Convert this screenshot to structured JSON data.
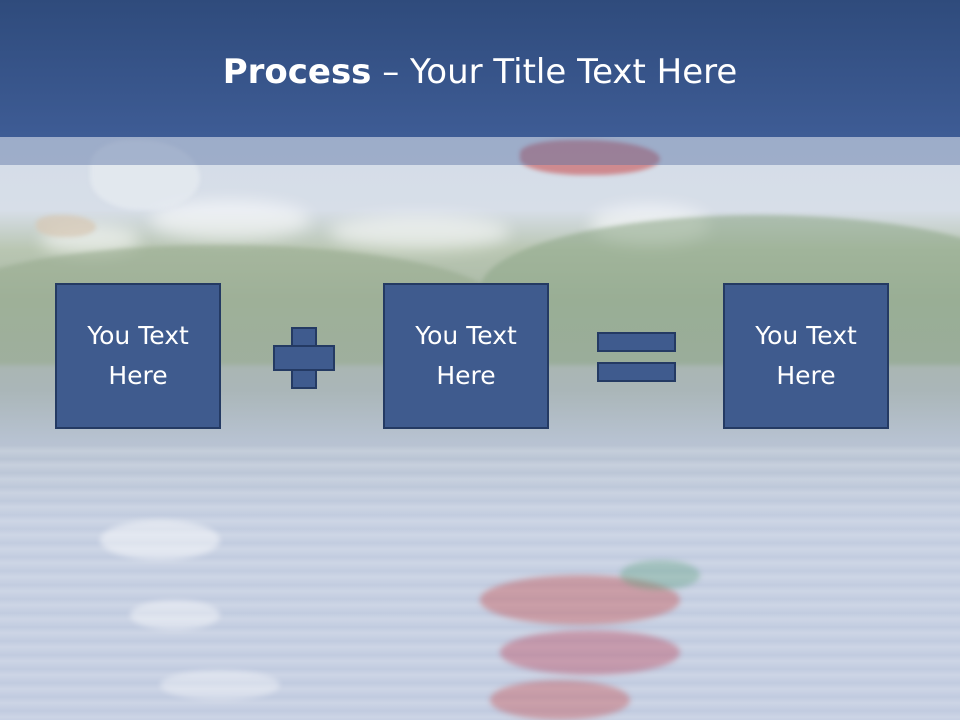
{
  "title": {
    "bold": "Process",
    "rest": " – Your Title Text Here"
  },
  "boxes": [
    {
      "label": "You Text Here"
    },
    {
      "label": "You Text Here"
    },
    {
      "label": "You Text Here"
    }
  ],
  "operators": {
    "plus": "plus-icon",
    "equals": "equals-icon"
  },
  "colors": {
    "title_bar": "#3a5790",
    "box_fill": "#3f5b8e",
    "box_border": "#243a63",
    "text": "#ffffff"
  }
}
